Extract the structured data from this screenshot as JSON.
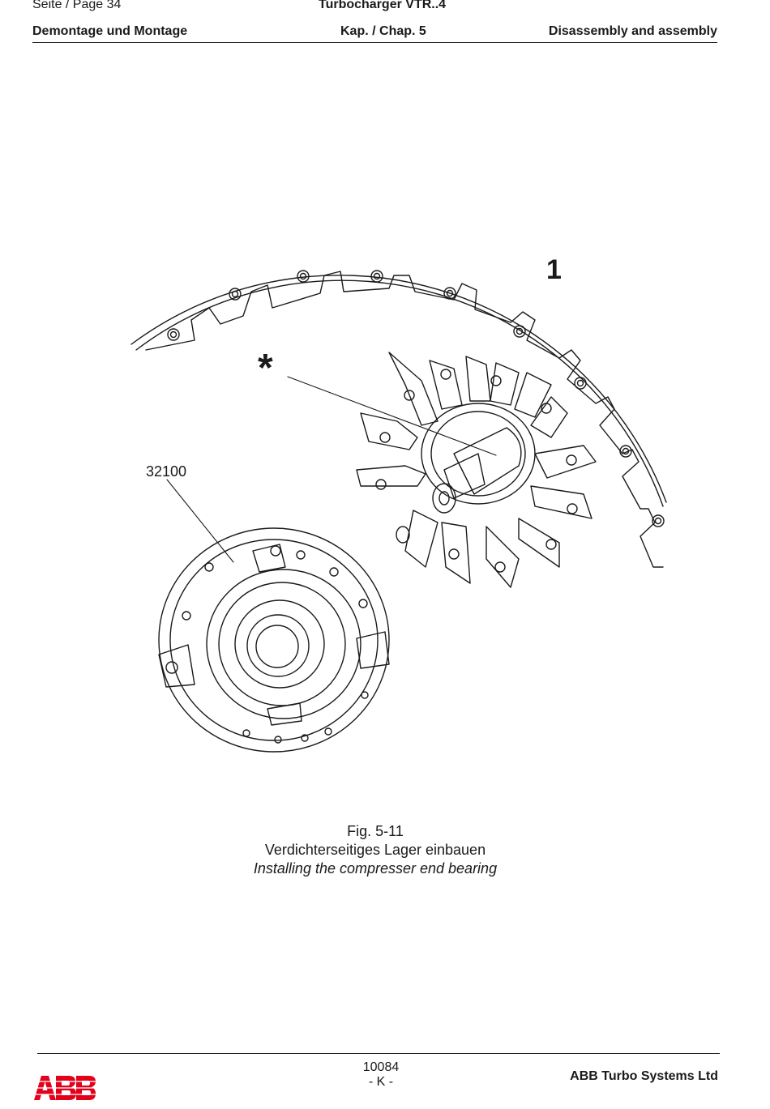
{
  "header": {
    "page_label": "Seite / Page  34",
    "product": "Turbocharger VTR..4",
    "section_de": "Demontage und Montage",
    "chapter": "Kap. / Chap. 5",
    "section_en": "Disassembly and assembly"
  },
  "figure": {
    "step_number": "1",
    "asterisk": "*",
    "part_label": "32100"
  },
  "caption": {
    "fig_number": "Fig. 5-11",
    "title_de": "Verdichterseitiges Lager einbauen",
    "title_en": "Installing the compresser end bearing"
  },
  "footer": {
    "doc_number": "10084",
    "revision": "- K -",
    "company": "ABB Turbo Systems Ltd",
    "logo_text": "ABB",
    "logo_color": "#e2001a"
  }
}
